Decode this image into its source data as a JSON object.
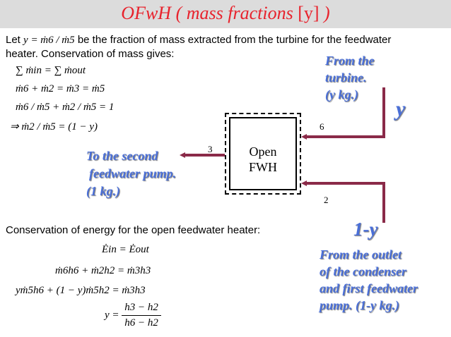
{
  "title": {
    "main": "OFwH ( mass fractions ",
    "bracket": "[y]",
    "close": " )"
  },
  "intro": {
    "let": "Let",
    "formula": "y = ṁ6 / ṁ5",
    "rest_line1": "be the fraction of mass extracted from the turbine for the feedwater",
    "line2": "heater. Conservation of mass gives:"
  },
  "mass_equations": [
    "∑ ṁin = ∑ ṁout",
    "ṁ6 + ṁ2 = ṁ3 = ṁ5",
    "ṁ6 / ṁ5 + ṁ2 / ṁ5 = 1",
    "⇒ ṁ2 / ṁ5 = (1 − y)"
  ],
  "diagram": {
    "box_line1": "Open",
    "box_line2": "FWH",
    "stream_3": "3",
    "stream_6": "6",
    "stream_2": "2",
    "to_second_pump": {
      "line1": "To the second",
      "line2": "feedwater pump.",
      "line3": "(1 kg.)"
    },
    "from_turbine": {
      "line1": "From the",
      "line2": "turbine.",
      "line3": "(y kg.)"
    },
    "y_label": "y",
    "one_minus_y_label": "1-y",
    "from_condenser": {
      "line1": "From the outlet",
      "line2": "of the condenser",
      "line3": "and first feedwater",
      "line4": "pump. (1-y kg.)"
    },
    "colors": {
      "arrow": "#8a2a48",
      "callout": "#4a6fd8",
      "title": "#e8222c"
    }
  },
  "energy": {
    "label": "Conservation of energy for the open feedwater heater:",
    "equations": [
      "Ėin = Ėout",
      "ṁ6h6 + ṁ2h2 = ṁ3h3",
      "yṁ5h6 + (1 − y)ṁ5h2 = ṁ3h3"
    ],
    "result": {
      "lhs": "y =",
      "numerator": "h3 − h2",
      "denominator": "h6 − h2"
    }
  }
}
